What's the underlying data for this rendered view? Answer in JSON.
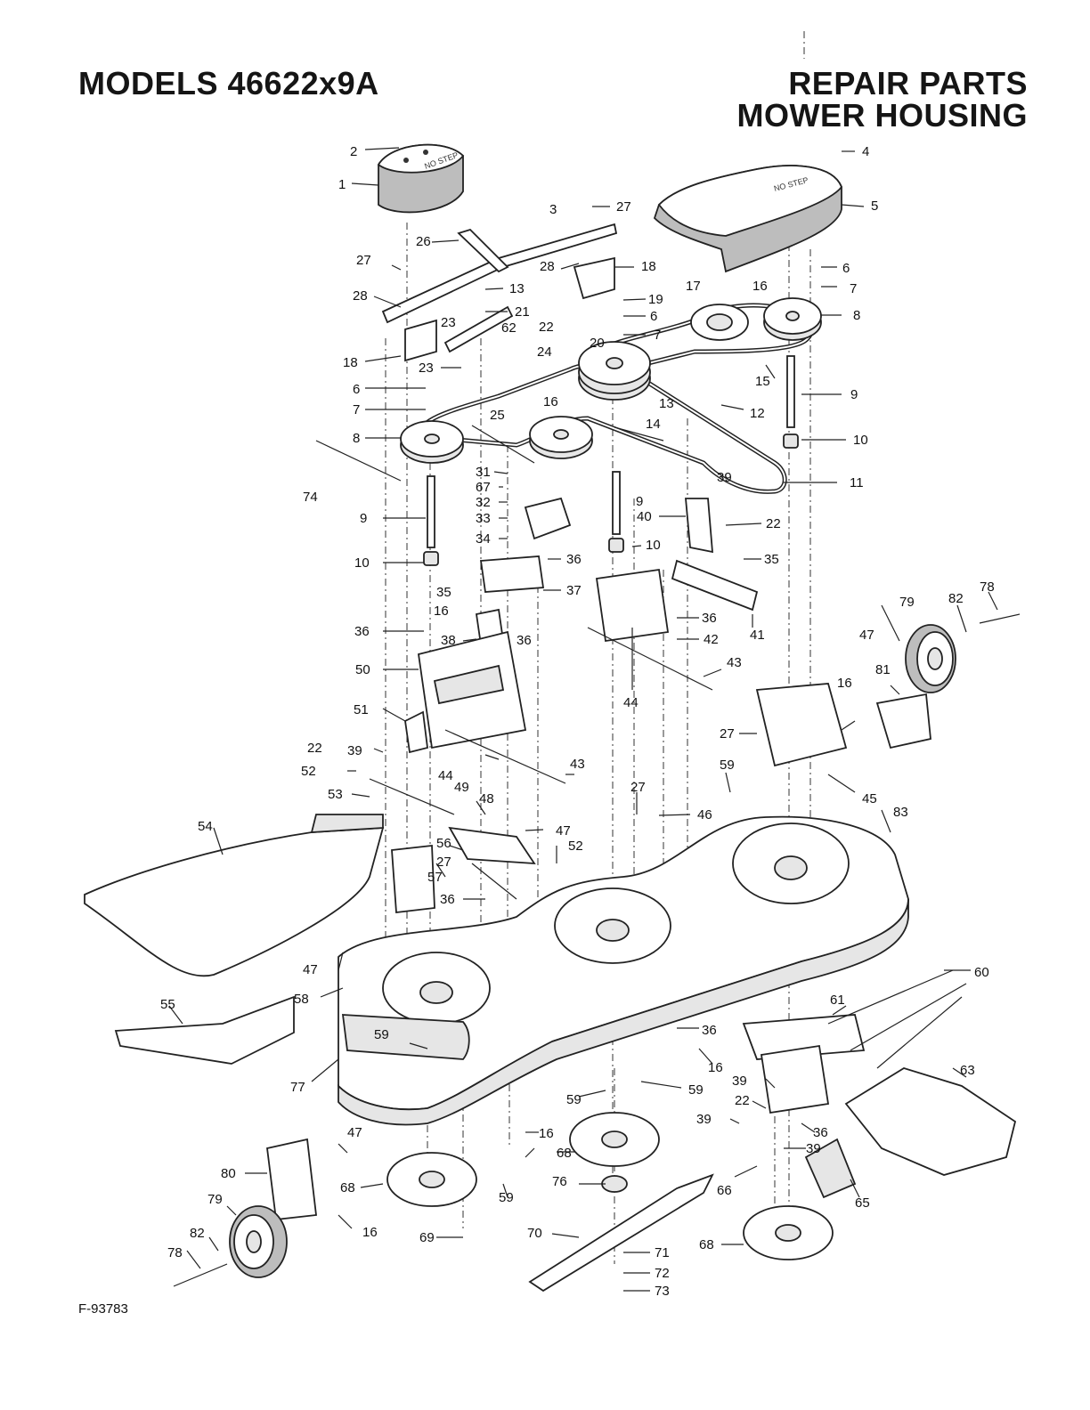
{
  "header": {
    "models": "MODELS 46622x9A",
    "repair": "REPAIR PARTS",
    "housing": "MOWER HOUSING"
  },
  "footer": {
    "figure_code": "F-93783"
  },
  "cover_texts": {
    "left_cover": "NO STEP",
    "right_cover": "NO STEP"
  },
  "callouts": {
    "c1": "1",
    "c2": "2",
    "c3": "3",
    "c4": "4",
    "c5": "5",
    "c6a": "6",
    "c6b": "6",
    "c6c": "6",
    "c7a": "7",
    "c7b": "7",
    "c7c": "7",
    "c8a": "8",
    "c8b": "8",
    "c9a": "9",
    "c9b": "9",
    "c9c": "9",
    "c10a": "10",
    "c10b": "10",
    "c10c": "10",
    "c11": "11",
    "c12": "12",
    "c13a": "13",
    "c13b": "13",
    "c14": "14",
    "c15": "15",
    "c16a": "16",
    "c16b": "16",
    "c16c": "16",
    "c16d": "16",
    "c16e": "16",
    "c16f": "16",
    "c16g": "16",
    "c17": "17",
    "c18a": "18",
    "c18b": "18",
    "c19": "19",
    "c20": "20",
    "c21": "21",
    "c22a": "22",
    "c22b": "22",
    "c22c": "22",
    "c22d": "22",
    "c23a": "23",
    "c23b": "23",
    "c24": "24",
    "c25": "25",
    "c26": "26",
    "c27a": "27",
    "c27b": "27",
    "c27c": "27",
    "c27d": "27",
    "c27e": "27",
    "c28a": "28",
    "c28b": "28",
    "c31": "31",
    "c32": "32",
    "c33": "33",
    "c34": "34",
    "c35a": "35",
    "c35b": "35",
    "c36a": "36",
    "c36b": "36",
    "c36c": "36",
    "c36d": "36",
    "c36e": "36",
    "c36f": "36",
    "c36g": "36",
    "c37": "37",
    "c38": "38",
    "c39a": "39",
    "c39b": "39",
    "c39c": "39",
    "c39d": "39",
    "c39e": "39",
    "c40": "40",
    "c41": "41",
    "c42": "42",
    "c43a": "43",
    "c43b": "43",
    "c44a": "44",
    "c44b": "44",
    "c45": "45",
    "c46": "46",
    "c47a": "47",
    "c47b": "47",
    "c47c": "47",
    "c47d": "47",
    "c48": "48",
    "c49": "49",
    "c50": "50",
    "c51": "51",
    "c52a": "52",
    "c52b": "52",
    "c53": "53",
    "c54": "54",
    "c55": "55",
    "c56": "56",
    "c57": "57",
    "c58": "58",
    "c59a": "59",
    "c59b": "59",
    "c59c": "59",
    "c59d": "59",
    "c59e": "59",
    "c60": "60",
    "c61": "61",
    "c62": "62",
    "c63": "63",
    "c65": "65",
    "c66": "66",
    "c67": "67",
    "c68a": "68",
    "c68b": "68",
    "c68c": "68",
    "c69": "69",
    "c70": "70",
    "c71": "71",
    "c72": "72",
    "c73": "73",
    "c74": "74",
    "c76": "76",
    "c77": "77",
    "c78a": "78",
    "c78b": "78",
    "c79a": "79",
    "c79b": "79",
    "c80": "80",
    "c81": "81",
    "c82a": "82",
    "c82b": "82",
    "c83": "83"
  }
}
